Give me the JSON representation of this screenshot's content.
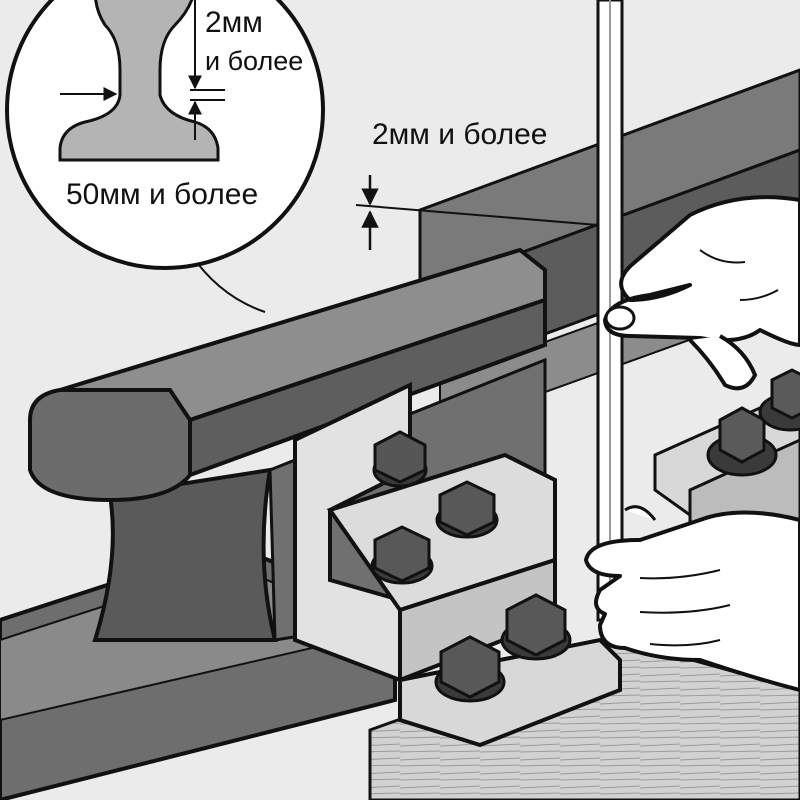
{
  "labels": {
    "inset_top_value": "2мм",
    "inset_top_suffix": "и более",
    "inset_bottom": "50мм и более",
    "main_gap": "2мм и более"
  },
  "colors": {
    "outline": "#111111",
    "rail_top": "#8a8a8a",
    "rail_dark": "#595959",
    "plate": "#dedede",
    "timber": "#d2d2d2",
    "background": "#ebebeb",
    "skin": "#ffffff"
  },
  "icons": [
    "arrow-down-icon",
    "arrow-up-icon",
    "arrow-right-icon",
    "bolt-icon",
    "hand-icon"
  ]
}
